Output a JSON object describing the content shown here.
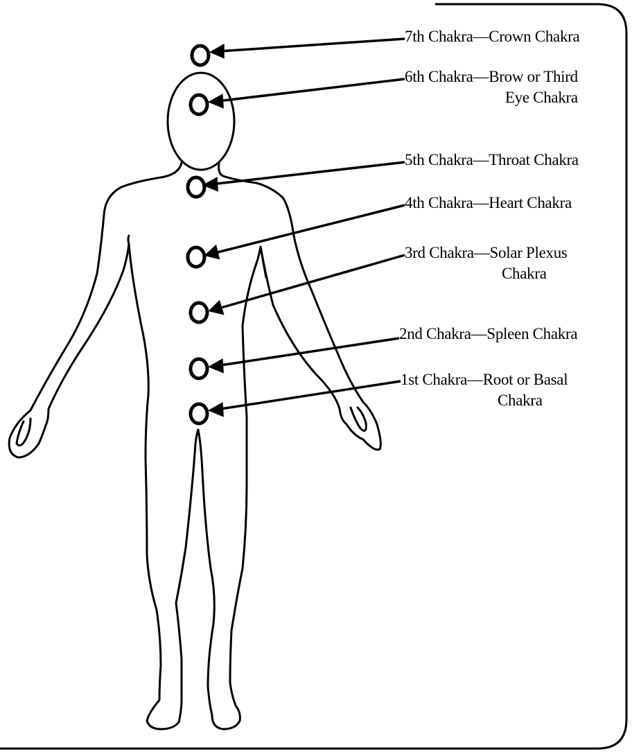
{
  "diagram": {
    "labels": [
      {
        "id": "crown",
        "line1": "7th Chakra—Crown Chakra",
        "line2": ""
      },
      {
        "id": "brow",
        "line1": "6th Chakra—Brow or Third",
        "line2": "Eye Chakra"
      },
      {
        "id": "throat",
        "line1": "5th Chakra—Throat Chakra",
        "line2": ""
      },
      {
        "id": "heart",
        "line1": "4th Chakra—Heart Chakra",
        "line2": ""
      },
      {
        "id": "solar",
        "line1": "3rd Chakra—Solar Plexus",
        "line2": "Chakra"
      },
      {
        "id": "spleen",
        "line1": "2nd Chakra—Spleen Chakra",
        "line2": ""
      },
      {
        "id": "root",
        "line1": "1st Chakra—Root or Basal",
        "line2": "Chakra"
      }
    ],
    "colors": {
      "ink": "#000000",
      "background": "#ffffff"
    }
  }
}
